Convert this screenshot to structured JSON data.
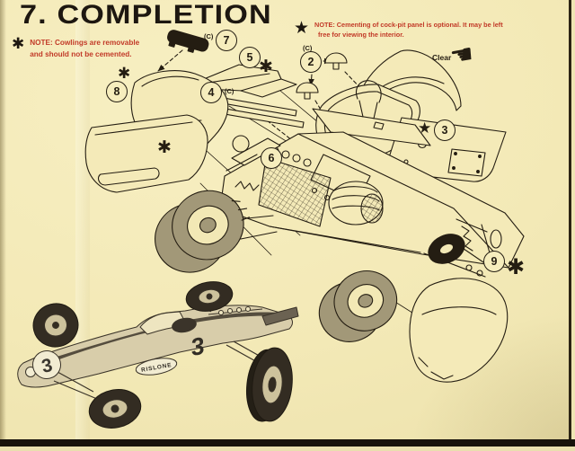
{
  "document": {
    "title": "7. COMPLETION"
  },
  "notes": {
    "left": {
      "label": "NOTE:",
      "line1": "NOTE:  Cowlings are removable",
      "line2": "and should not be cemented."
    },
    "right": {
      "label": "NOTE:",
      "line1": "NOTE:  Cementing of cock-pit panel is optional. It may be left",
      "line2": "free for viewing the interior."
    }
  },
  "annotations": {
    "clear_label": "Clear",
    "cement_mark": "(C)",
    "asterisk_glyph": "✱",
    "star_glyph": "★",
    "hand_glyph": "☚"
  },
  "callouts": [
    {
      "num": "7"
    },
    {
      "num": "5"
    },
    {
      "num": "2"
    },
    {
      "num": "3"
    },
    {
      "num": "8"
    },
    {
      "num": "4"
    },
    {
      "num": "6"
    },
    {
      "num": "9"
    }
  ],
  "photo": {
    "nose_number": "3",
    "side_number": "3",
    "sponsor": "RISLONE"
  },
  "colors": {
    "paper": "#f3e9b6",
    "ink": "#241d12",
    "note_red": "#c23a28",
    "wheel_gray": "#a29878"
  }
}
